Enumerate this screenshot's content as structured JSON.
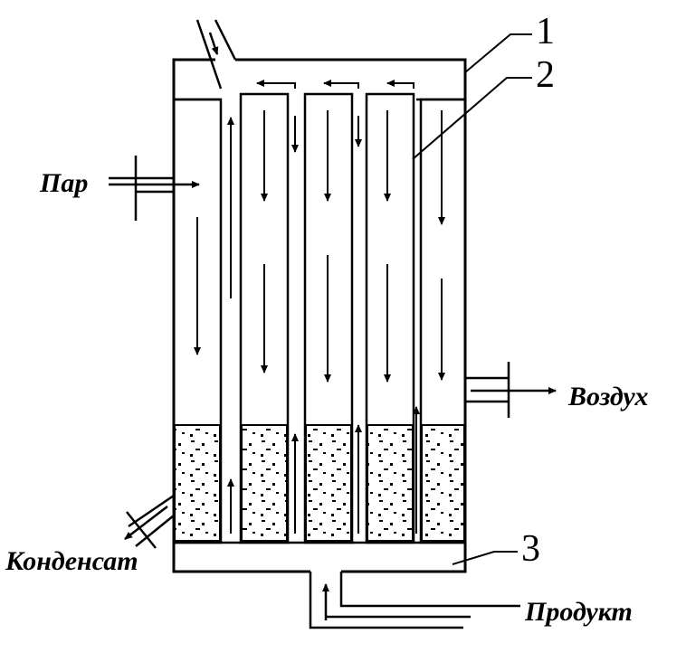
{
  "labels": {
    "steam": "Пар",
    "air": "Воздух",
    "condensate": "Конденсат",
    "product": "Продукт"
  },
  "callouts": {
    "one": "1",
    "two": "2",
    "three": "3"
  },
  "colors": {
    "ink": "#000000",
    "background": "#ffffff"
  }
}
